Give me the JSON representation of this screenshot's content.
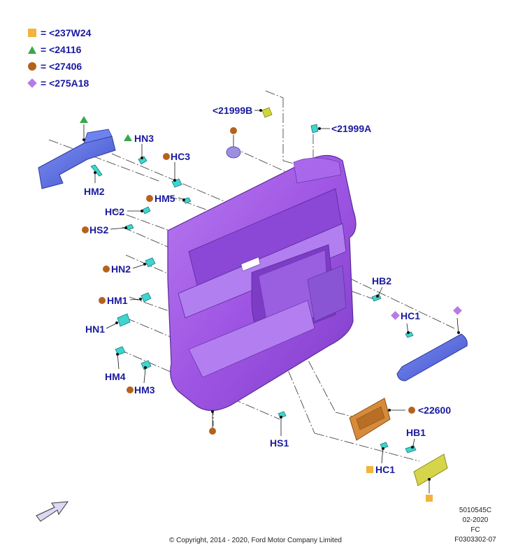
{
  "legend": [
    {
      "symbol": "square",
      "color": "#f2b43a",
      "text": "= <237W24"
    },
    {
      "symbol": "triangle",
      "color": "#37a84a",
      "text": "= <24116"
    },
    {
      "symbol": "circle",
      "color": "#b5621b",
      "text": "= <27406"
    },
    {
      "symbol": "diamond",
      "color": "#b77be8",
      "text": "= <275A18"
    }
  ],
  "callouts": {
    "c21999B": "<21999B",
    "c21999A": "<21999A",
    "HN3": "HN3",
    "HC3": "HC3",
    "HM2": "HM2",
    "HM5": "HM5",
    "HC2": "HC2",
    "HS2": "HS2",
    "HN2": "HN2",
    "HM1": "HM1",
    "HN1": "HN1",
    "HM4": "HM4",
    "HM3": "HM3",
    "HB2": "HB2",
    "HC1a": "HC1",
    "c22600": "<22600",
    "HB1": "HB1",
    "HC1b": "HC1",
    "HS1": "HS1"
  },
  "footer": {
    "code": "5010545C",
    "date": "02-2020",
    "region": "FC",
    "figure": "F0303302-07",
    "copyright": "© Copyright, 2014 - 2020, Ford Motor Company Limited"
  },
  "colors": {
    "panel": "#a35ee6",
    "panel_dark": "#7a3cc4",
    "clip": "#39d3cf",
    "bracket": "#4a6fe0",
    "armrest": "#5e72e8",
    "bezel": "#d48a3a",
    "pocket": "#d7d84a",
    "callout_text": "#1a1aa0"
  }
}
